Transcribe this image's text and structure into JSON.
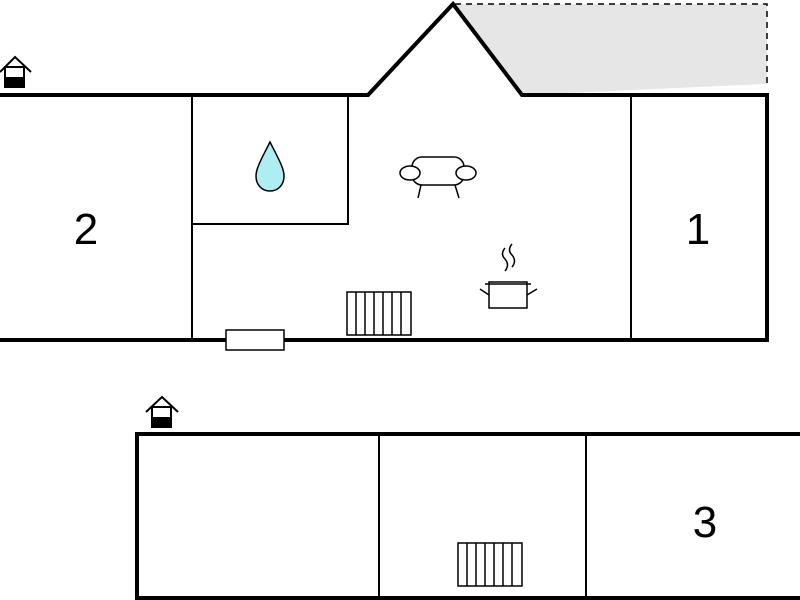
{
  "rooms": [
    {
      "label": "2"
    },
    {
      "label": "1"
    },
    {
      "label": "3"
    }
  ],
  "icons": {
    "entrance": "house-entrance-icon",
    "bathroom": "water-drop-icon",
    "living": "sofa-icon",
    "kitchen": "cooking-pot-icon",
    "heater": "radiator-icon",
    "door": "door-icon"
  },
  "colors": {
    "wall": "#000000",
    "water": "#aeeef2",
    "terrace": "#e6e6e6"
  }
}
